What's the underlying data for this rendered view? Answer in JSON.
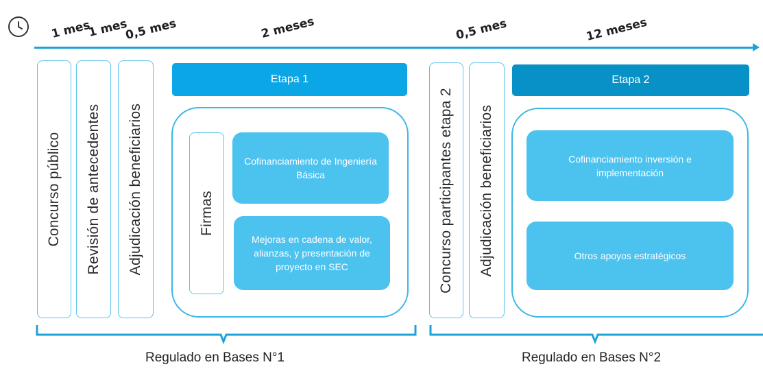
{
  "durations": [
    "1 mes",
    "1 mes",
    "0,5 mes",
    "2 meses",
    "0,5 mes",
    "12 meses"
  ],
  "phase1": {
    "steps": [
      "Concurso público",
      "Revisión de antecedentes",
      "Adjudicación beneficiarios"
    ],
    "stage_title": "Etapa 1",
    "firmas": "Firmas",
    "actions": [
      "Cofinanciamiento de Ingeniería Básica",
      "Mejoras en cadena de valor, alianzas, y presentación de proyecto en SEC"
    ],
    "regulated": "Regulado en Bases N°1"
  },
  "phase2": {
    "steps": [
      "Concurso participantes etapa 2",
      "Adjudicación beneficiarios"
    ],
    "stage_title": "Etapa 2",
    "actions": [
      "Cofinanciamiento inversión e implementación",
      "Otros apoyos estratégicos"
    ],
    "regulated": "Regulado en Bases N°2"
  },
  "colors": {
    "accent": "#1aa3d9",
    "stage1": "#0aa6e6",
    "stage2": "#0891c7",
    "box_fill": "#4cc2ef",
    "border": "#5bc3ea"
  },
  "icons": [
    "clock-icon",
    "arrow-right-icon"
  ]
}
